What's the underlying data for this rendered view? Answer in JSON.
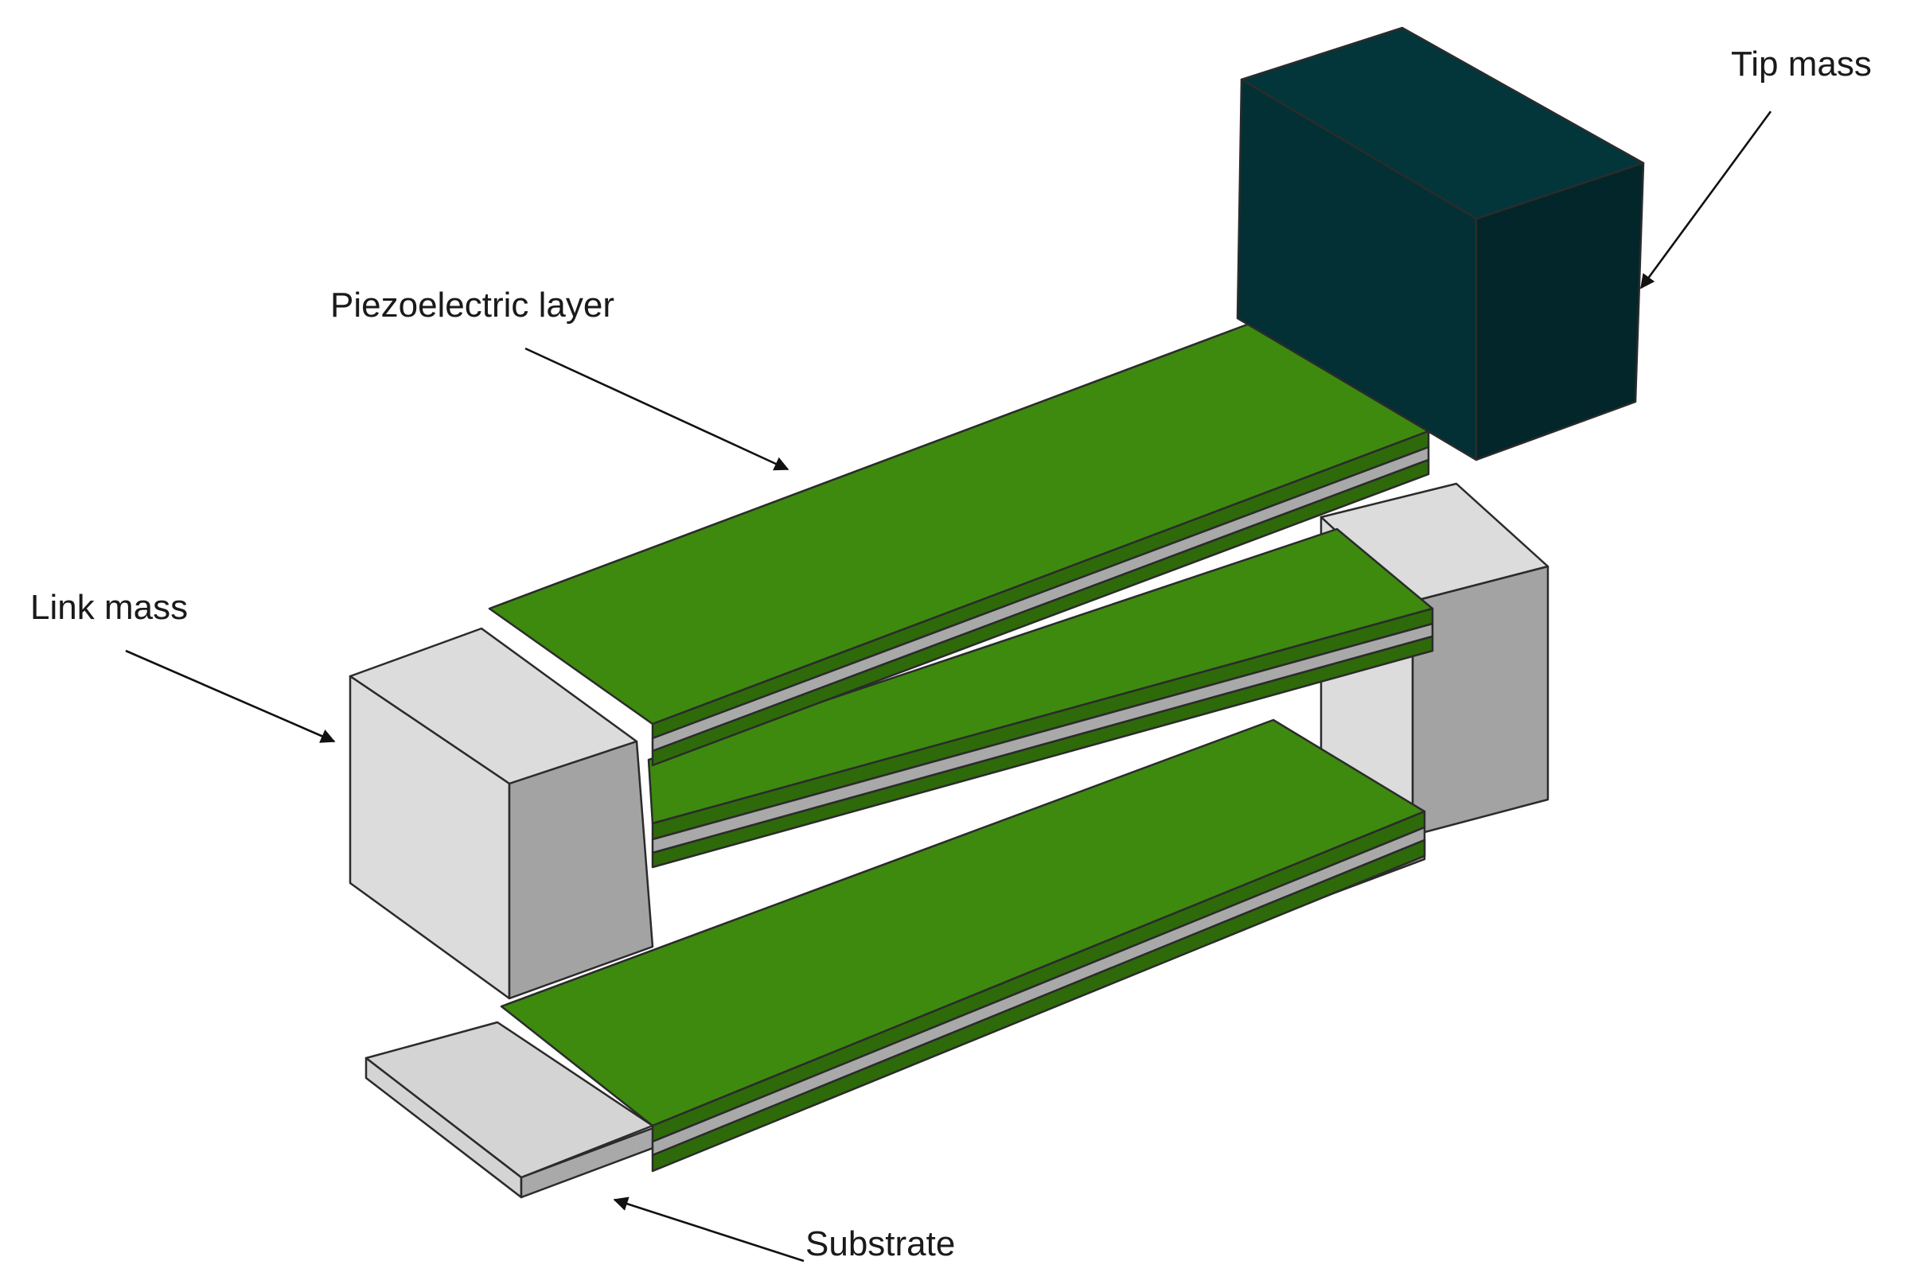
{
  "colors": {
    "piezo_top": "#3d8a0f",
    "piezo_side": "#2e6a0a",
    "substrate_top": "#d4d4d4",
    "substrate_side": "#a9a9a9",
    "link_front": "#dcdcdc",
    "link_side": "#a3a3a3",
    "tip_front": "#023035",
    "tip_top": "#03363b",
    "tip_side": "#022629"
  },
  "labels": {
    "tip_mass": "Tip mass",
    "piezoelectric_layer": "Piezoelectric layer",
    "link_mass": "Link mass",
    "substrate": "Substrate"
  }
}
